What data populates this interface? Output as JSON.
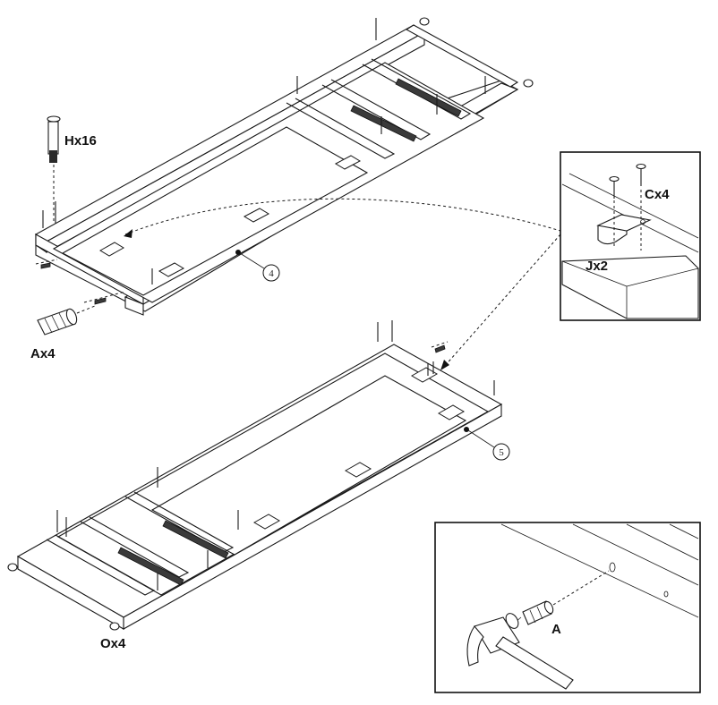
{
  "labels": {
    "screw_h": "Hx16",
    "dowel_a": "Ax4",
    "screw_c": "Cx4",
    "bracket_j": "Jx2",
    "cap_o": "Ox4",
    "dowel_single": "A"
  },
  "steps": {
    "step_top": "4",
    "step_bottom": "5"
  }
}
